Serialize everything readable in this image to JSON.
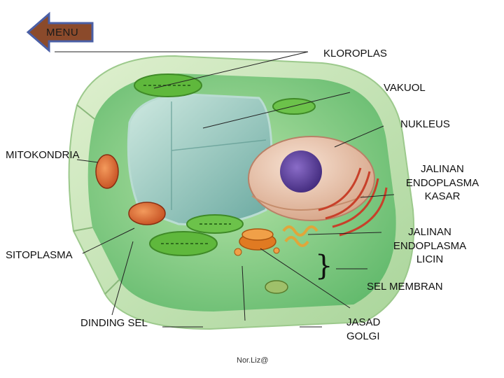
{
  "menu": {
    "label": "MENU"
  },
  "labels": {
    "kloroplas": "KLOROPLAS",
    "vakuol": "VAKUOL",
    "nukleus": "NUKLEUS",
    "mitokondria": "MITOKONDRIA",
    "jer_1": "JALINAN",
    "jer_2": "ENDOPLASMA",
    "jer_3": "KASAR",
    "jel_1": "JALINAN",
    "jel_2": "ENDOPLASMA",
    "jel_3": "LICIN",
    "sitoplasma": "SITOPLASMA",
    "sel_membran": "SEL MEMBRAN",
    "dinding_sel": "DINDING SEL",
    "jasad_1": "JASAD",
    "jasad_2": "GOLGI"
  },
  "credit": "Nor.Liz@",
  "colors": {
    "menu_arrow": "#8b4a2b",
    "cell_wall": "#c9e6b5",
    "cytoplasm": "#8fd08a",
    "vacuole": "#8ec7bf",
    "nucleus": "#e7c3ae",
    "nucleolus": "#5b3f9a",
    "chloroplast": "#6cc24a",
    "mitochondria": "#d6542c",
    "golgi": "#e07a22",
    "rough_er": "#c8402a"
  }
}
